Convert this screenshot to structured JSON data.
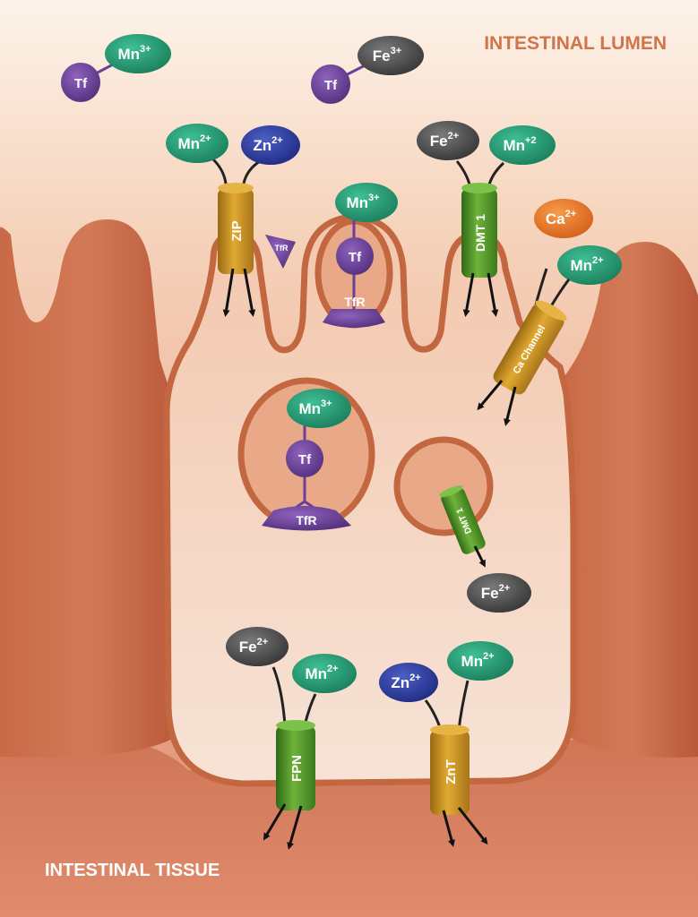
{
  "regions": {
    "lumen": "INTESTINAL LUMEN",
    "tissue": "INTESTINAL TISSUE"
  },
  "colors": {
    "mn": "#1f8f6a",
    "zn": "#2b3a9a",
    "fe": "#4b4b4b",
    "ca": "#e3701f",
    "tf": "#6a3f97",
    "zip_channel": "#c8921e",
    "dmt1_channel": "#4f8f26",
    "ca_channel": "#c8921e",
    "fpn_channel": "#4f8f26",
    "znt_channel": "#c8921e",
    "membrane": "#c2673f",
    "lumen_title": "#d0744a",
    "tissue_title": "#ffffff"
  },
  "labels": {
    "tf": "Tf",
    "tfr": "TfR",
    "mn3": "Mn",
    "mn3_sup": "3+",
    "fe3": "Fe",
    "fe3_sup": "3+",
    "mn2": "Mn",
    "mn2_sup": "2+",
    "mn2_alt_sup": "+2",
    "zn2": "Zn",
    "zn2_sup": "2+",
    "fe2": "Fe",
    "fe2_sup": "2+",
    "ca2": "Ca",
    "ca2_sup": "2+"
  },
  "transporters": {
    "zip": "ZIP",
    "dmt1": "DMT 1",
    "ca_channel": "Ca Channel",
    "fpn": "FPN",
    "znt": "ZnT"
  }
}
